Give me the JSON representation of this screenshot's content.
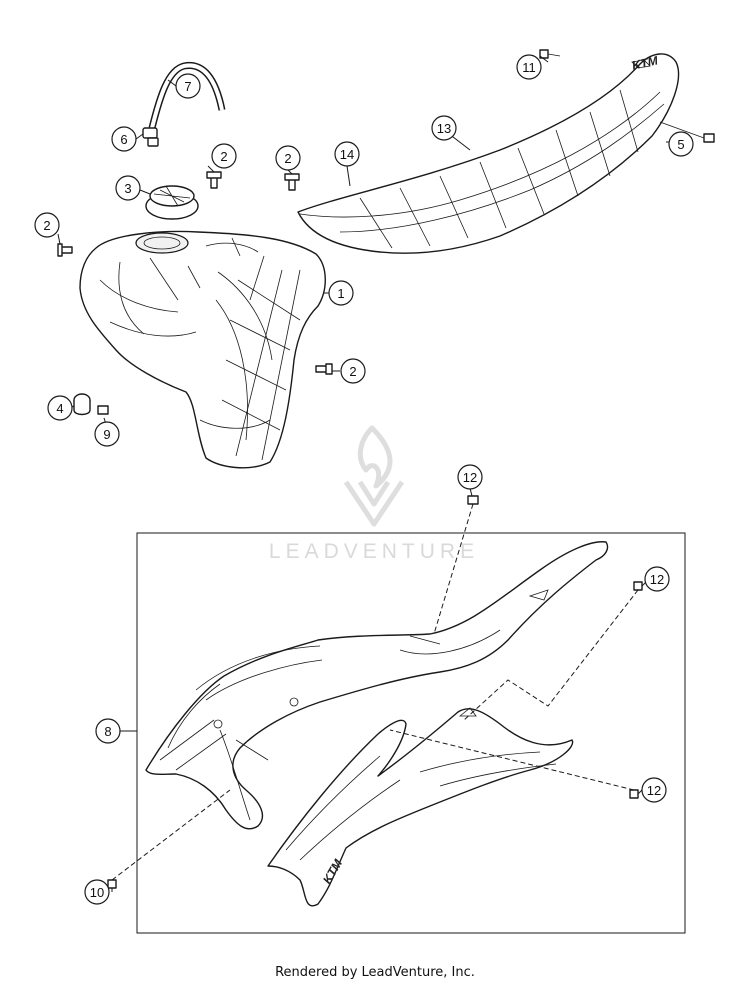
{
  "callouts": [
    {
      "label": "1"
    },
    {
      "label": "2"
    },
    {
      "label": "2"
    },
    {
      "label": "2"
    },
    {
      "label": "2"
    },
    {
      "label": "3"
    },
    {
      "label": "4"
    },
    {
      "label": "5"
    },
    {
      "label": "6"
    },
    {
      "label": "7"
    },
    {
      "label": "8"
    },
    {
      "label": "9"
    },
    {
      "label": "10"
    },
    {
      "label": "11"
    },
    {
      "label": "12"
    },
    {
      "label": "12"
    },
    {
      "label": "12"
    },
    {
      "label": "13"
    },
    {
      "label": "14"
    }
  ],
  "watermark": {
    "text": "LEADVENTURE"
  },
  "badge": {
    "text": "KTM"
  },
  "footer": {
    "text": "Rendered by LeadVenture, Inc."
  }
}
